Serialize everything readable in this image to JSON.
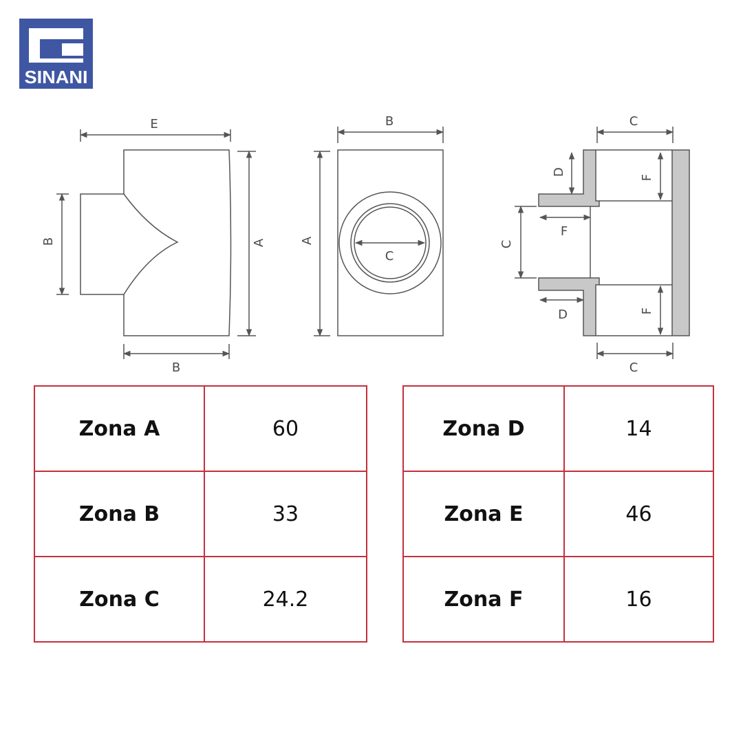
{
  "brand": {
    "name": "SINANI",
    "color": "#3f57a3"
  },
  "diagram": {
    "labels": {
      "e_top": "E",
      "b_left": "B",
      "a_right": "A",
      "b_bottom": "B",
      "b_top": "B",
      "a_left": "A",
      "c_center": "C",
      "c_top": "C",
      "d_top": "D",
      "f_top": "F",
      "c_left": "C",
      "f_mid": "F",
      "d_bottom": "D",
      "f_bottom": "F",
      "c_bottom": "C"
    }
  },
  "tables": {
    "left": [
      {
        "zone": "Zona A",
        "value": "60"
      },
      {
        "zone": "Zona B",
        "value": "33"
      },
      {
        "zone": "Zona C",
        "value": "24.2"
      }
    ],
    "right": [
      {
        "zone": "Zona D",
        "value": "14"
      },
      {
        "zone": "Zona E",
        "value": "46"
      },
      {
        "zone": "Zona F",
        "value": "16"
      }
    ]
  },
  "colors": {
    "table_border": "#c4303c",
    "section_fill": "#c8c8c8",
    "line": "#555555"
  }
}
